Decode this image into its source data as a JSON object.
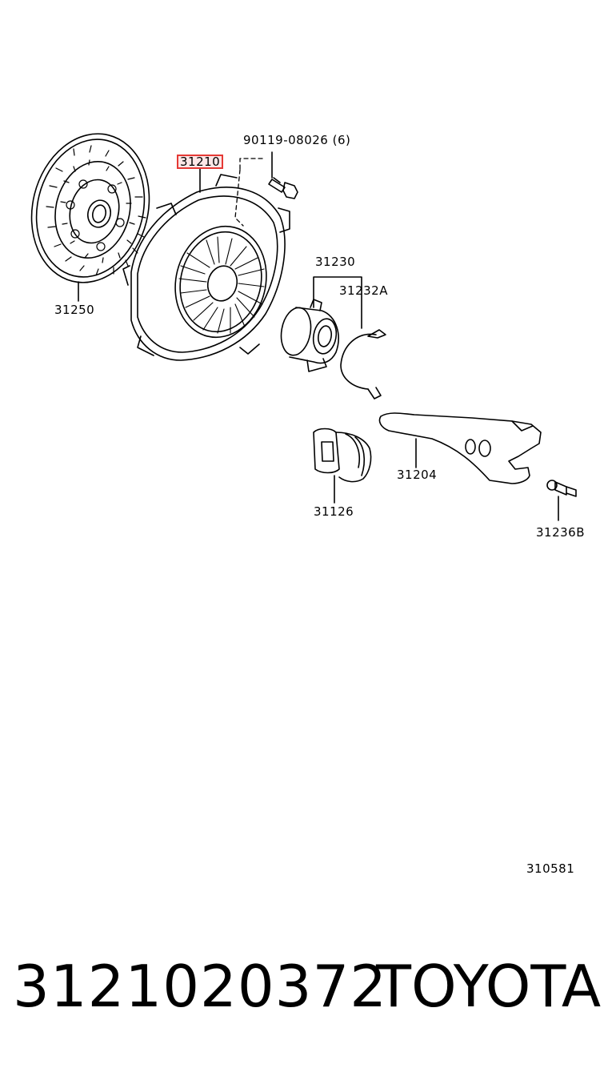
{
  "diagram": {
    "parts": {
      "bolt": "90119-08026 (6)",
      "cover": "31210",
      "disc": "31250",
      "bearing": "31230",
      "clip": "31232A",
      "boot": "31126",
      "fork": "31204",
      "stud": "31236B"
    },
    "figure_id": "310581",
    "highlight_color": "#e53935"
  },
  "footer": {
    "part_number": "3121020372",
    "brand": "TOYOTA"
  }
}
